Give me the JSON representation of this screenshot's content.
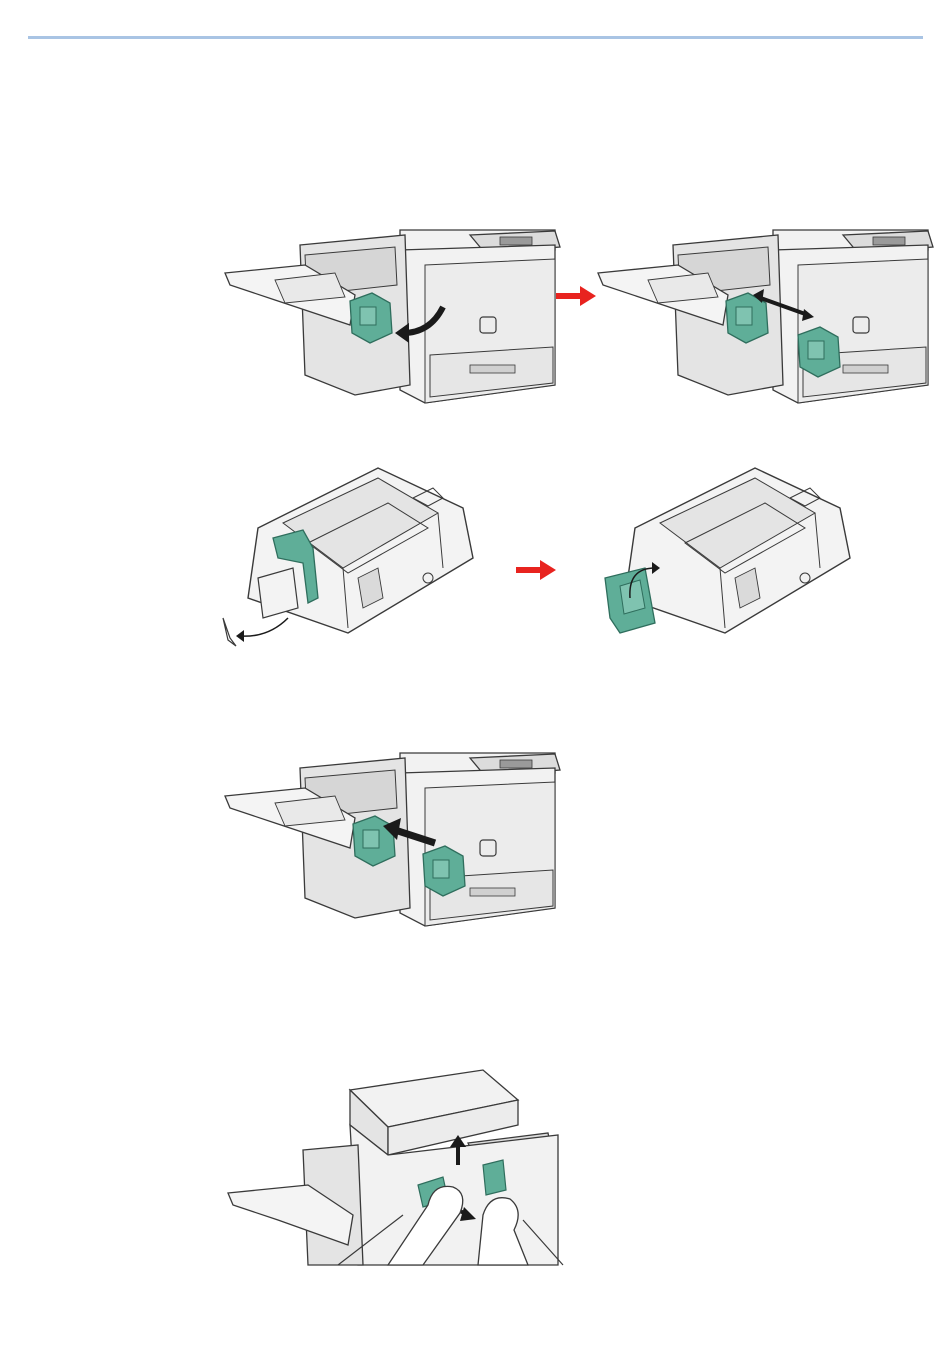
{
  "colors": {
    "rule": "#a9c4e4",
    "machine_fill": "#f2f2f2",
    "machine_shade": "#d9d9d9",
    "outline": "#3a3a3a",
    "green_part": "#5fae98",
    "green_dark": "#2f6e5d",
    "step_arrow": "#e8231f",
    "motion_arrow": "#1a1a1a"
  },
  "figures": [
    {
      "id": "fig-1a",
      "depicts": "open-finisher-cover"
    },
    {
      "id": "fig-1b",
      "depicts": "remove-staple-cartridge-holder"
    },
    {
      "id": "fig-2a",
      "depicts": "release-cartridge-latch"
    },
    {
      "id": "fig-2b",
      "depicts": "close-cartridge-latch"
    },
    {
      "id": "fig-3",
      "depicts": "reinsert-staple-cartridge-holder"
    },
    {
      "id": "fig-4",
      "depicts": "hands-close-front-cover"
    }
  ],
  "icons": {
    "step_arrow": "right-arrow-icon",
    "motion_arrow": "curved-arrow-icon"
  }
}
